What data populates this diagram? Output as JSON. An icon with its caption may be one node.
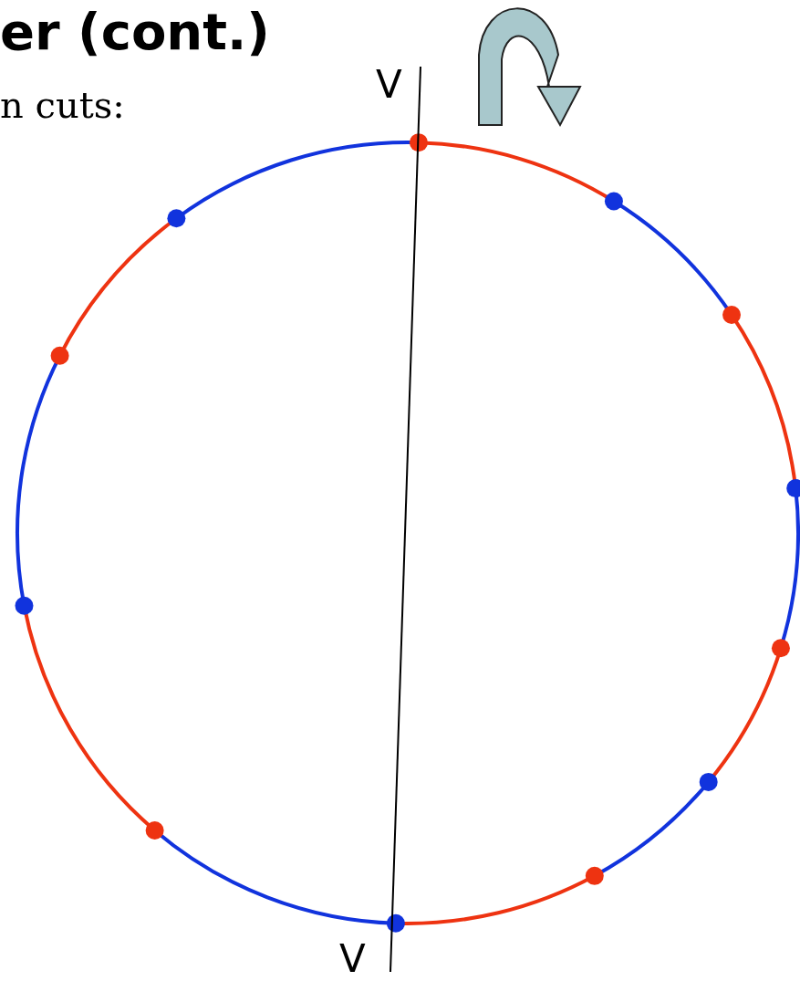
{
  "diagram": {
    "title": "er (cont.)",
    "labels": [
      "n cuts:",
      "V",
      "V"
    ]
  }
}
